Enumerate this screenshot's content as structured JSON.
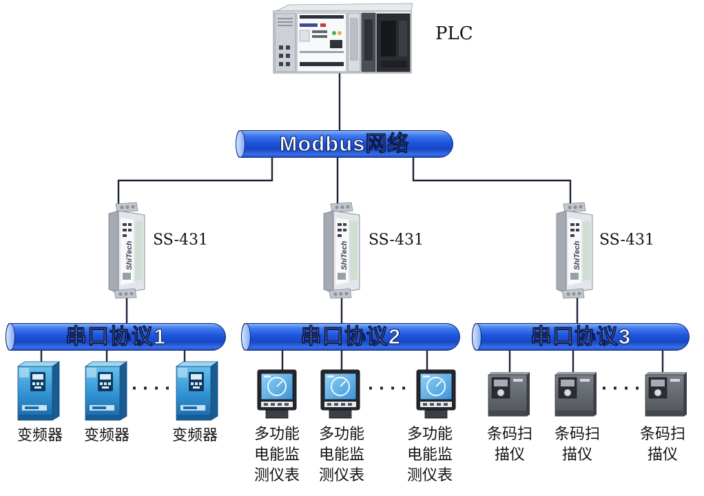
{
  "plc": {
    "label": "PLC",
    "icon": "plc-icon"
  },
  "modbus": {
    "label": "Modbus网络"
  },
  "converters": [
    {
      "label": "SS-431",
      "logo": "ShiTech",
      "icon": "converter-icon"
    },
    {
      "label": "SS-431",
      "logo": "ShiTech",
      "icon": "converter-icon"
    },
    {
      "label": "SS-431",
      "logo": "ShiTech",
      "icon": "converter-icon"
    }
  ],
  "serial_buses": [
    {
      "label": "串口协议1",
      "ellipsis": "· · · ·",
      "devices": [
        {
          "icon": "inverter-icon",
          "lines": [
            "变频器"
          ]
        },
        {
          "icon": "inverter-icon",
          "lines": [
            "变频器"
          ]
        },
        {
          "icon": "inverter-icon",
          "lines": [
            "变频器"
          ]
        }
      ]
    },
    {
      "label": "串口协议2",
      "ellipsis": "· · · ·",
      "devices": [
        {
          "icon": "power-meter-icon",
          "lines": [
            "多功能",
            "电能监",
            "测仪表"
          ]
        },
        {
          "icon": "power-meter-icon",
          "lines": [
            "多功能",
            "电能监",
            "测仪表"
          ]
        },
        {
          "icon": "power-meter-icon",
          "lines": [
            "多功能",
            "电能监",
            "测仪表"
          ]
        }
      ]
    },
    {
      "label": "串口协议3",
      "ellipsis": "· · · ·",
      "devices": [
        {
          "icon": "barcode-scanner-icon",
          "lines": [
            "条码扫",
            "描仪"
          ]
        },
        {
          "icon": "barcode-scanner-icon",
          "lines": [
            "条码扫",
            "描仪"
          ]
        },
        {
          "icon": "barcode-scanner-icon",
          "lines": [
            "条码扫",
            "描仪"
          ]
        }
      ]
    }
  ],
  "colors": {
    "background": "#ffffff",
    "bus": "#1d55dc",
    "bus_outline": "#0d2a7a",
    "connector": "#1b2236"
  }
}
